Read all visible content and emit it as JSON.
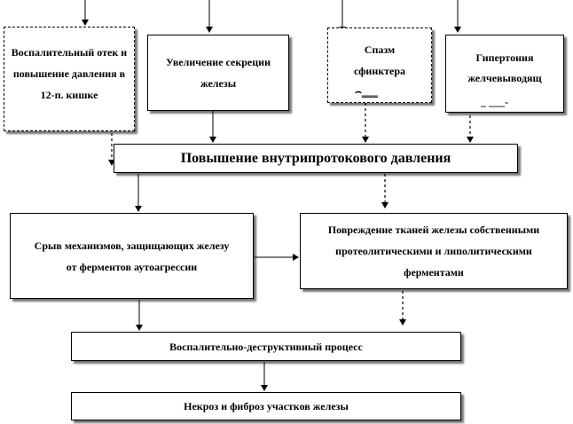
{
  "nodes": {
    "inflammation_edema": "Воспалительный отек и повышение давления в 12-п. кишке",
    "gland_secretion": "Увеличение секреции железы",
    "sphincter_spasm": "Спазм сфинктера",
    "bile_duct_hypertension": "Гипертония желчевыводящ",
    "intraductal_pressure": "Повышение внутрипротокового давления",
    "protection_failure": "Срыв механизмов, защищающих железу от ферментов аутоагрессии",
    "tissue_damage": "Повреждение тканей железы собственными протеолитическими и липолитическими ферментами",
    "inflammatory_process": "Воспалительно-деструктивный процесс",
    "necrosis_fibrosis": "Некроз и фиброз участков железы"
  }
}
